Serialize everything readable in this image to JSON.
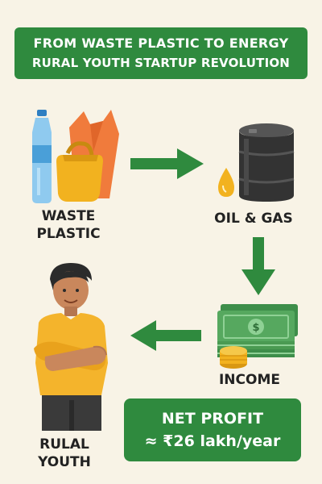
{
  "banner": {
    "line1": "FROM WASTE PLASTIC TO ENERGY",
    "line2": "RURAL YOUTH STARTUP REVOLUTION"
  },
  "steps": {
    "waste_line1": "WASTE",
    "waste_line2": "PLASTIC",
    "oil": "OIL & GAS",
    "income": "INCOME",
    "youth_line1": "RULAL",
    "youth_line2": "YOUTH"
  },
  "profit": {
    "title": "NET PROFIT",
    "value": "≈ ₹26 lakh/year"
  },
  "icons": {
    "waste": "plastic-waste-icon",
    "oil": "oil-barrel-icon",
    "income": "money-stack-icon",
    "youth": "rural-youth-figure",
    "arrow_right": "arrow-right-icon",
    "arrow_down": "arrow-down-icon",
    "arrow_left": "arrow-left-icon"
  },
  "colors": {
    "background": "#f8f3e6",
    "green": "#2f8a3e",
    "text": "#222222",
    "bottle": "#7fc3ea",
    "bag": "#f07b3c",
    "oil_drop": "#f2b21f",
    "barrel": "#3a3a3a",
    "money": "#56a85f",
    "shirt": "#f4b42c"
  }
}
